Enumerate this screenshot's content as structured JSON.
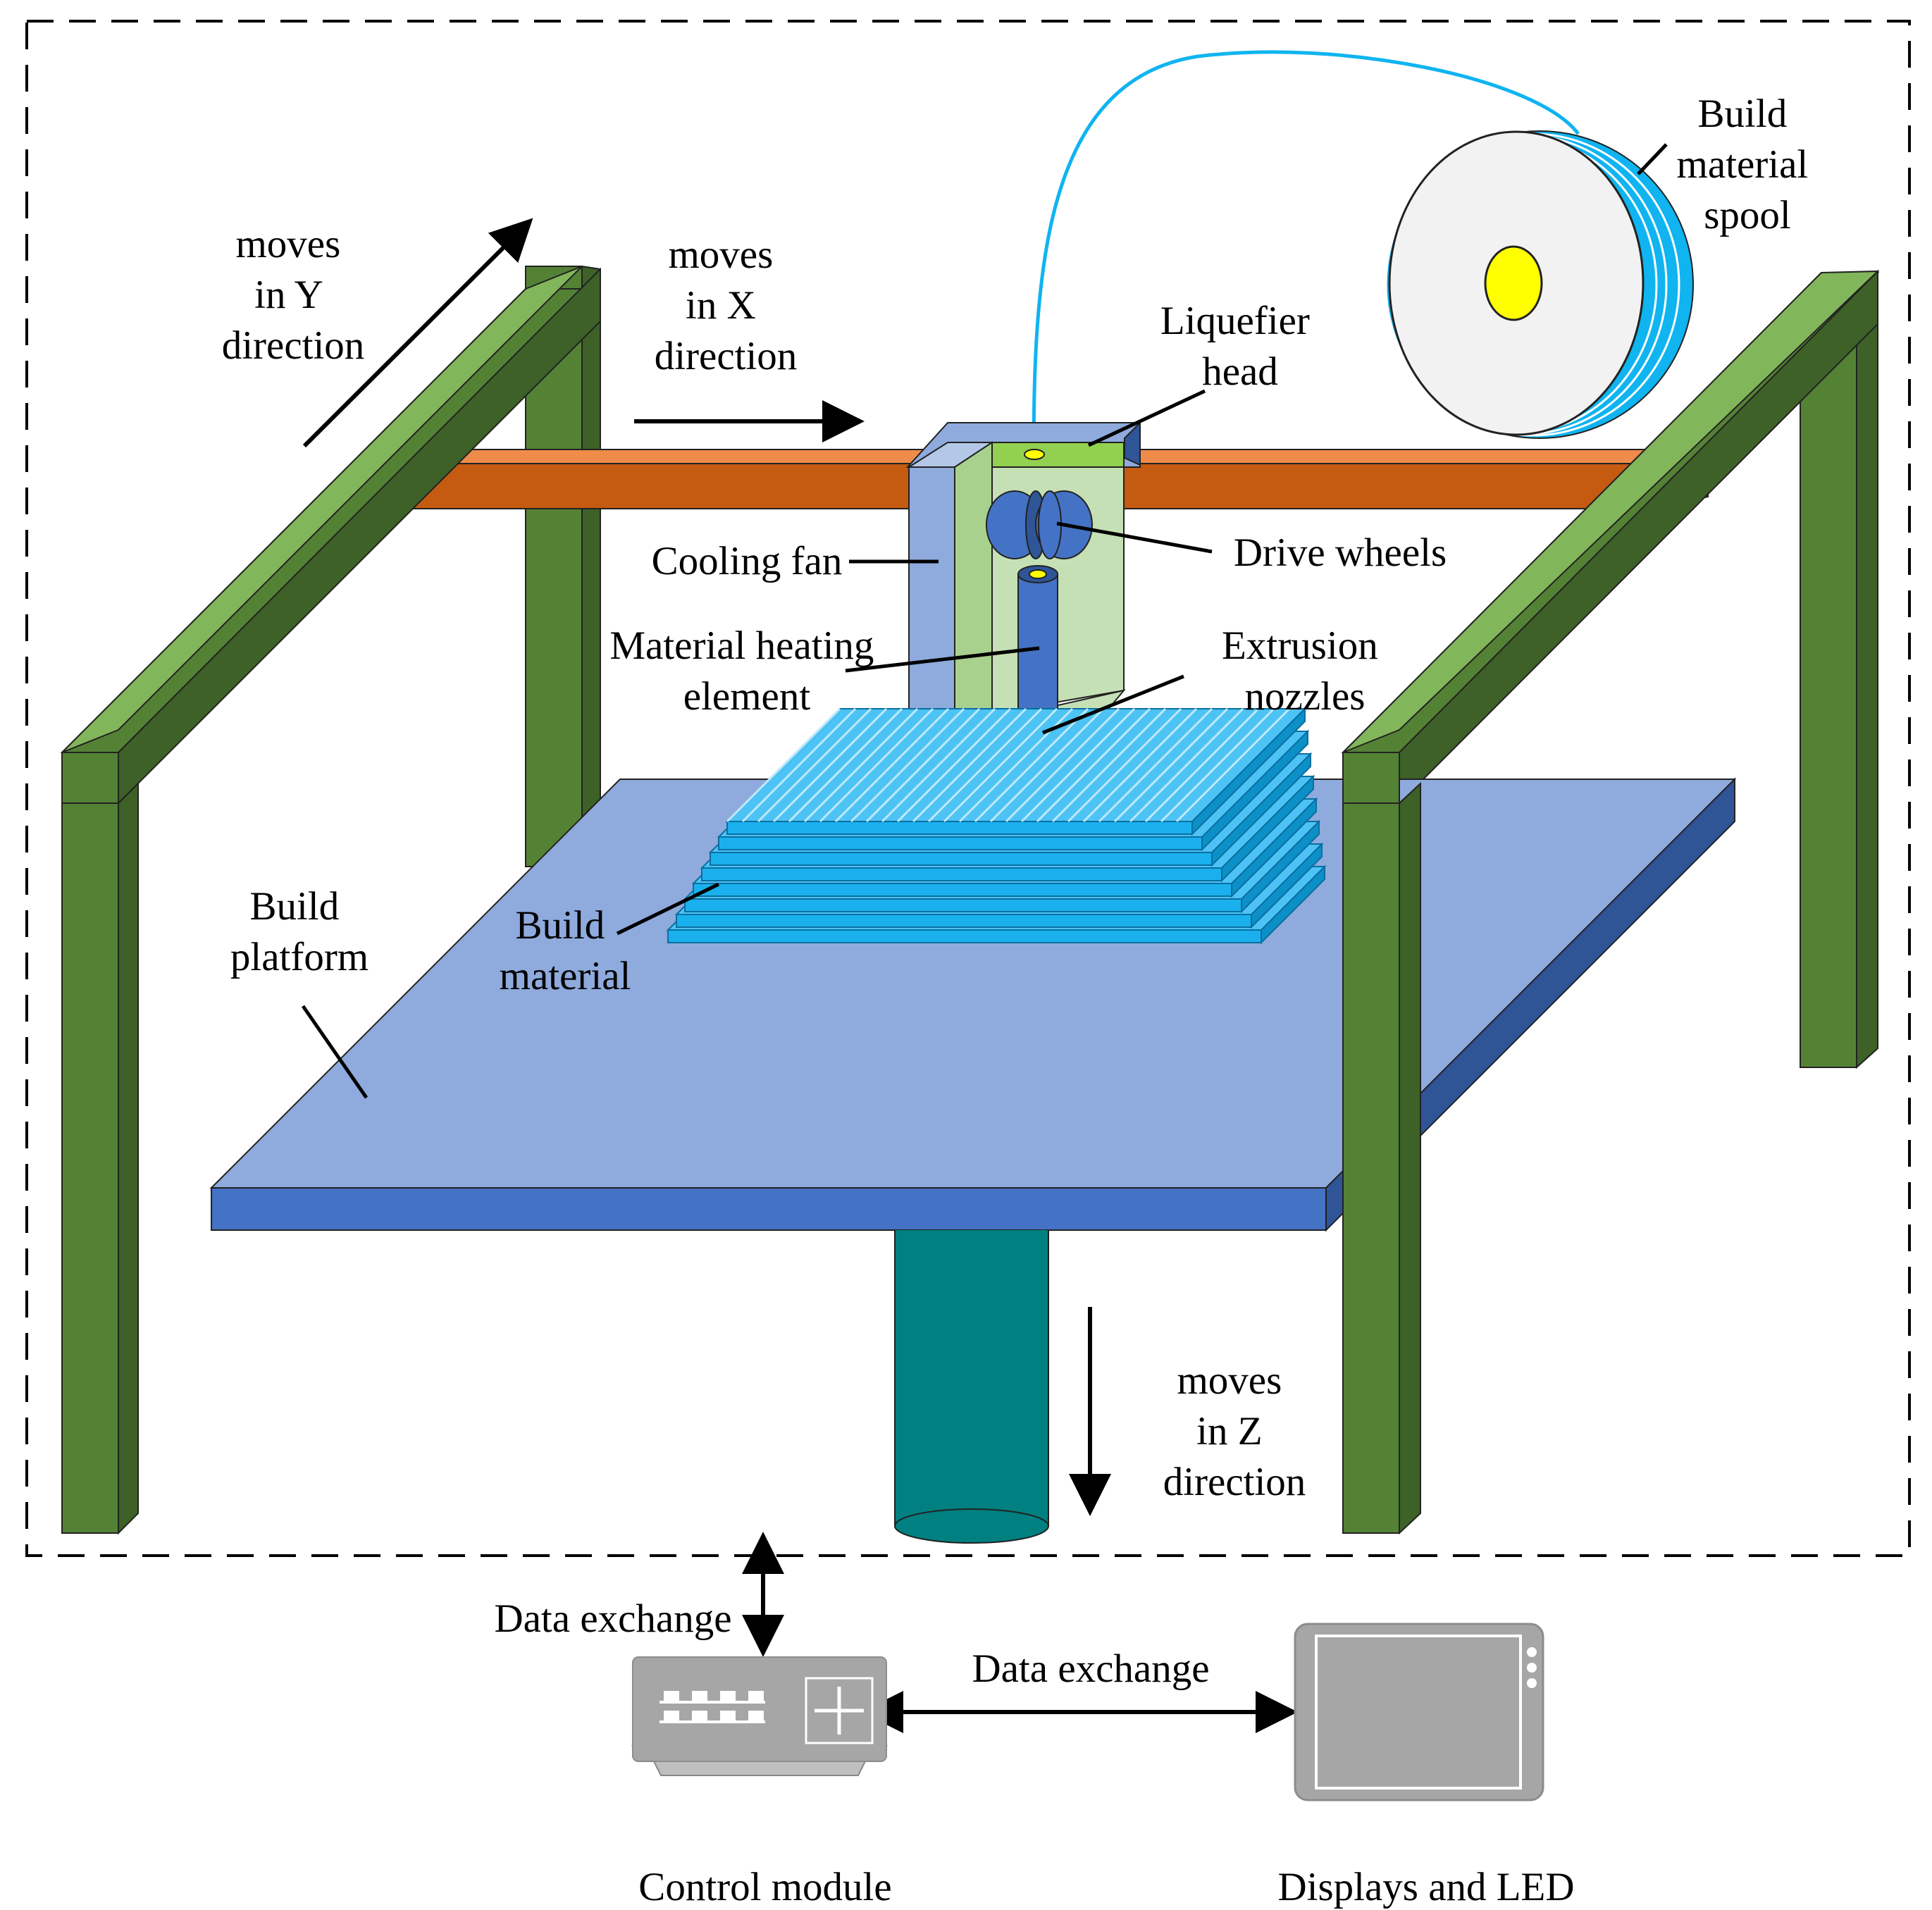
{
  "labels": {
    "moves_y": [
      "moves",
      "in Y",
      "direction"
    ],
    "moves_x": [
      "moves",
      "in X",
      "direction"
    ],
    "moves_z": [
      "moves",
      "in Z",
      "direction"
    ],
    "liquefier_head": [
      "Liquefier",
      "head"
    ],
    "spool": [
      "Build",
      "material",
      "spool"
    ],
    "cooling_fan": "Cooling fan",
    "drive_wheels": "Drive wheels",
    "heating_element": [
      "Material heating",
      "element"
    ],
    "nozzles": [
      "Extrusion",
      "nozzles"
    ],
    "build_platform": [
      "Build",
      "platform"
    ],
    "build_material": [
      "Build",
      "material"
    ],
    "data_exchange_vertical": "Data exchange",
    "data_exchange_horizontal": "Data exchange",
    "control_module": "Control module",
    "displays": "Displays and LED"
  },
  "colors": {
    "frame_light": "#82b65a",
    "frame_mid": "#548235",
    "frame_dark": "#3d6126",
    "rail_top": "#f08c4a",
    "rail_front": "#c55a11",
    "platform_top": "#8faadc",
    "platform_front": "#4472c4",
    "platform_side": "#2f5597",
    "column": "#008080",
    "filament": "#0fb4f0",
    "layer": "#1ab0ee",
    "head_green": "#c5e0b4",
    "head_top": "#92d050",
    "fan_blue": "#8faadc",
    "wheel": "#4472c4",
    "device_gray": "#a6a6a6"
  }
}
